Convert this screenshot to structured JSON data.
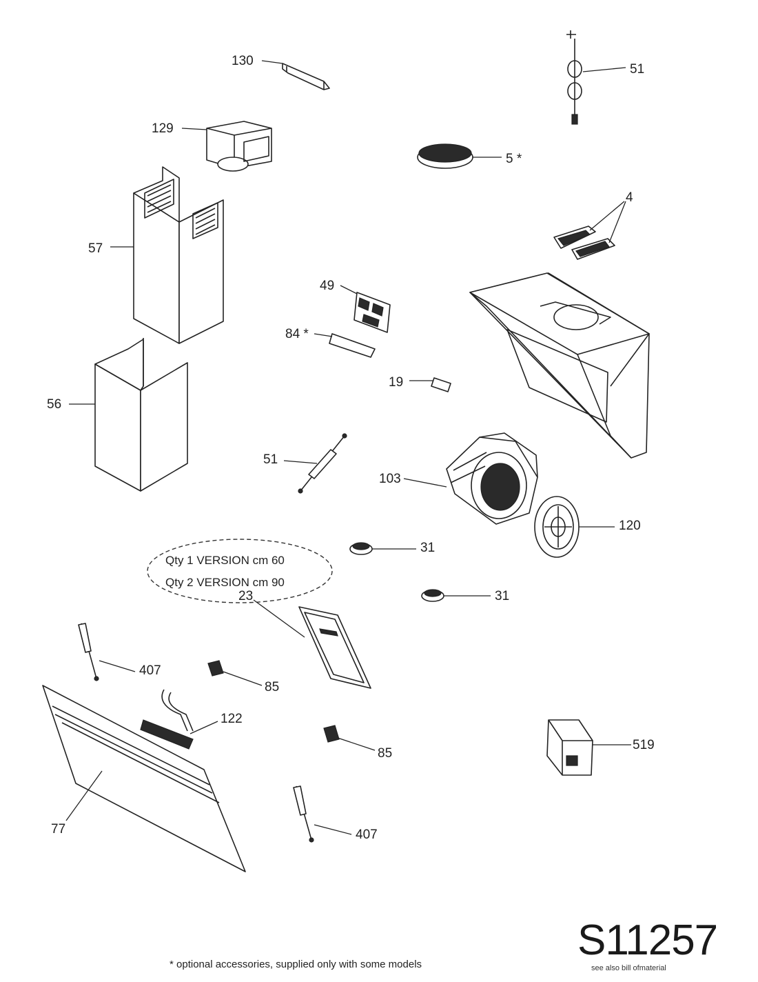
{
  "callouts": {
    "c130": "130",
    "c51a": "51",
    "c129": "129",
    "c5": "5 *",
    "c57": "57",
    "c4": "4",
    "c49": "49",
    "c84": "84 *",
    "c19": "19",
    "c56": "56",
    "c51b": "51",
    "c103": "103",
    "c120": "120",
    "c31a": "31",
    "c31b": "31",
    "c23": "23",
    "c407a": "407",
    "c85a": "85",
    "c122": "122",
    "c85b": "85",
    "c519": "519",
    "c77": "77",
    "c407b": "407"
  },
  "version_note": {
    "line1": "Qty 1  VERSION  cm 60",
    "line2": "Qty 2  VERSION  cm 90"
  },
  "drawing_code": "S11257",
  "drawing_subtitle": "see also bill ofmaterial",
  "footnote": "* optional accessories, supplied only with some models"
}
